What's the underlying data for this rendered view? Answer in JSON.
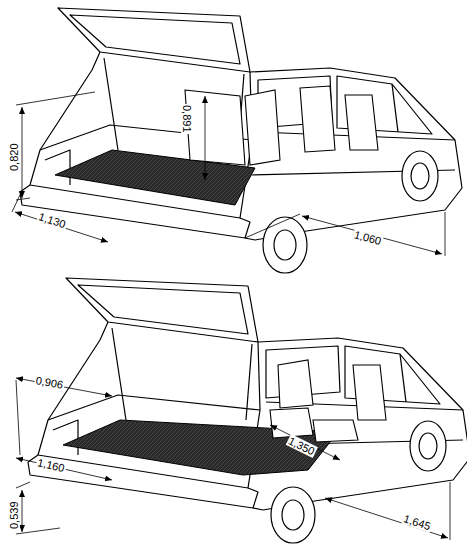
{
  "diagram": {
    "labels": [
      "0,820",
      "0,891",
      "1,130",
      "1,060",
      "0,906",
      "1,160",
      "1,350",
      "0,539",
      "1,645"
    ]
  }
}
